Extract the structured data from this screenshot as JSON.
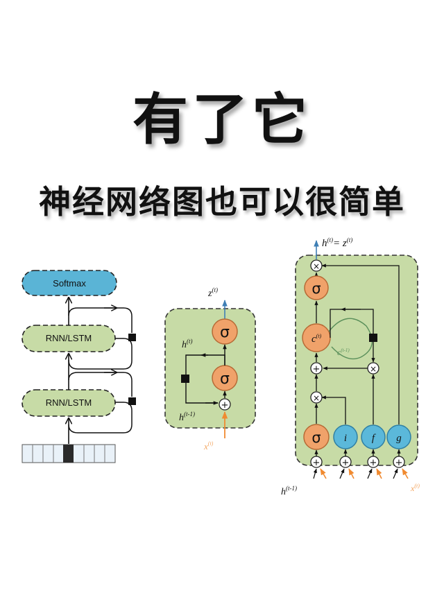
{
  "header": {
    "title": "有了它",
    "subtitle": "神经网络图也可以很简单"
  },
  "left_diagram": {
    "softmax_label": "Softmax",
    "rnn_label_top": "RNN/LSTM",
    "rnn_label_bottom": "RNN/LSTM"
  },
  "middle_diagram": {
    "sigma": "σ",
    "plus": "+",
    "output": "z",
    "output_sup": "(t)",
    "state": "h",
    "state_sup": "(t)",
    "prev_state": "h",
    "prev_state_sup": "(t-1)",
    "input": "x",
    "input_sup": "(t)"
  },
  "right_diagram": {
    "sigma": "σ",
    "plus": "+",
    "times": "×",
    "output_h": "h",
    "output_h_sup": "(t)",
    "output_eq": "= z",
    "output_z_sup": "(t)",
    "cell": "c",
    "cell_sup": "(t)",
    "cell_prev": "c",
    "cell_prev_sup": "(t-1)",
    "gate_i": "i",
    "gate_f": "f",
    "gate_g": "g",
    "prev_state": "h",
    "prev_state_sup": "(t-1)",
    "input": "x",
    "input_sup": "(t)"
  },
  "colors": {
    "panel": "#c7dba6",
    "node_orange": "#f0a26a",
    "node_blue": "#5bb8da",
    "softmax": "#5ab4d6",
    "arrow_orange": "#f08a30"
  }
}
